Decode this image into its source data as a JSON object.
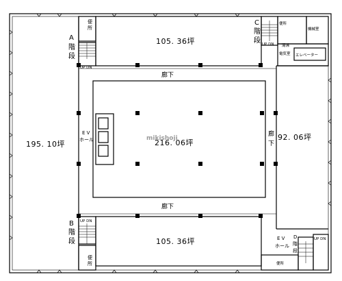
{
  "plan": {
    "areas": {
      "north": "105. 36坪",
      "south": "105. 36坪",
      "west": "195. 10坪",
      "center": "216. 06坪",
      "east": "92. 06坪"
    },
    "corridors": {
      "top": "廊下",
      "bottom": "廊下",
      "east": [
        "廊",
        "下"
      ]
    },
    "stairs": {
      "a": [
        "A",
        "階",
        "段"
      ],
      "b": [
        "B",
        "階",
        "段"
      ],
      "c": [
        "C",
        "階",
        "段"
      ],
      "d": [
        "D",
        "階",
        "段"
      ]
    },
    "ev_hall_center": [
      "E V",
      "ホール"
    ],
    "ev_hall_east": [
      "E V",
      "ホール"
    ],
    "elevator_box_label": [
      "エレベーター"
    ],
    "toilet_label": "便所",
    "toilet_chars": [
      "便",
      "所"
    ],
    "updn": "UP DN",
    "electric_room": "電気室",
    "mech_room": "機械室",
    "wet_label": "湯沸",
    "watermark": "mikishoji"
  }
}
